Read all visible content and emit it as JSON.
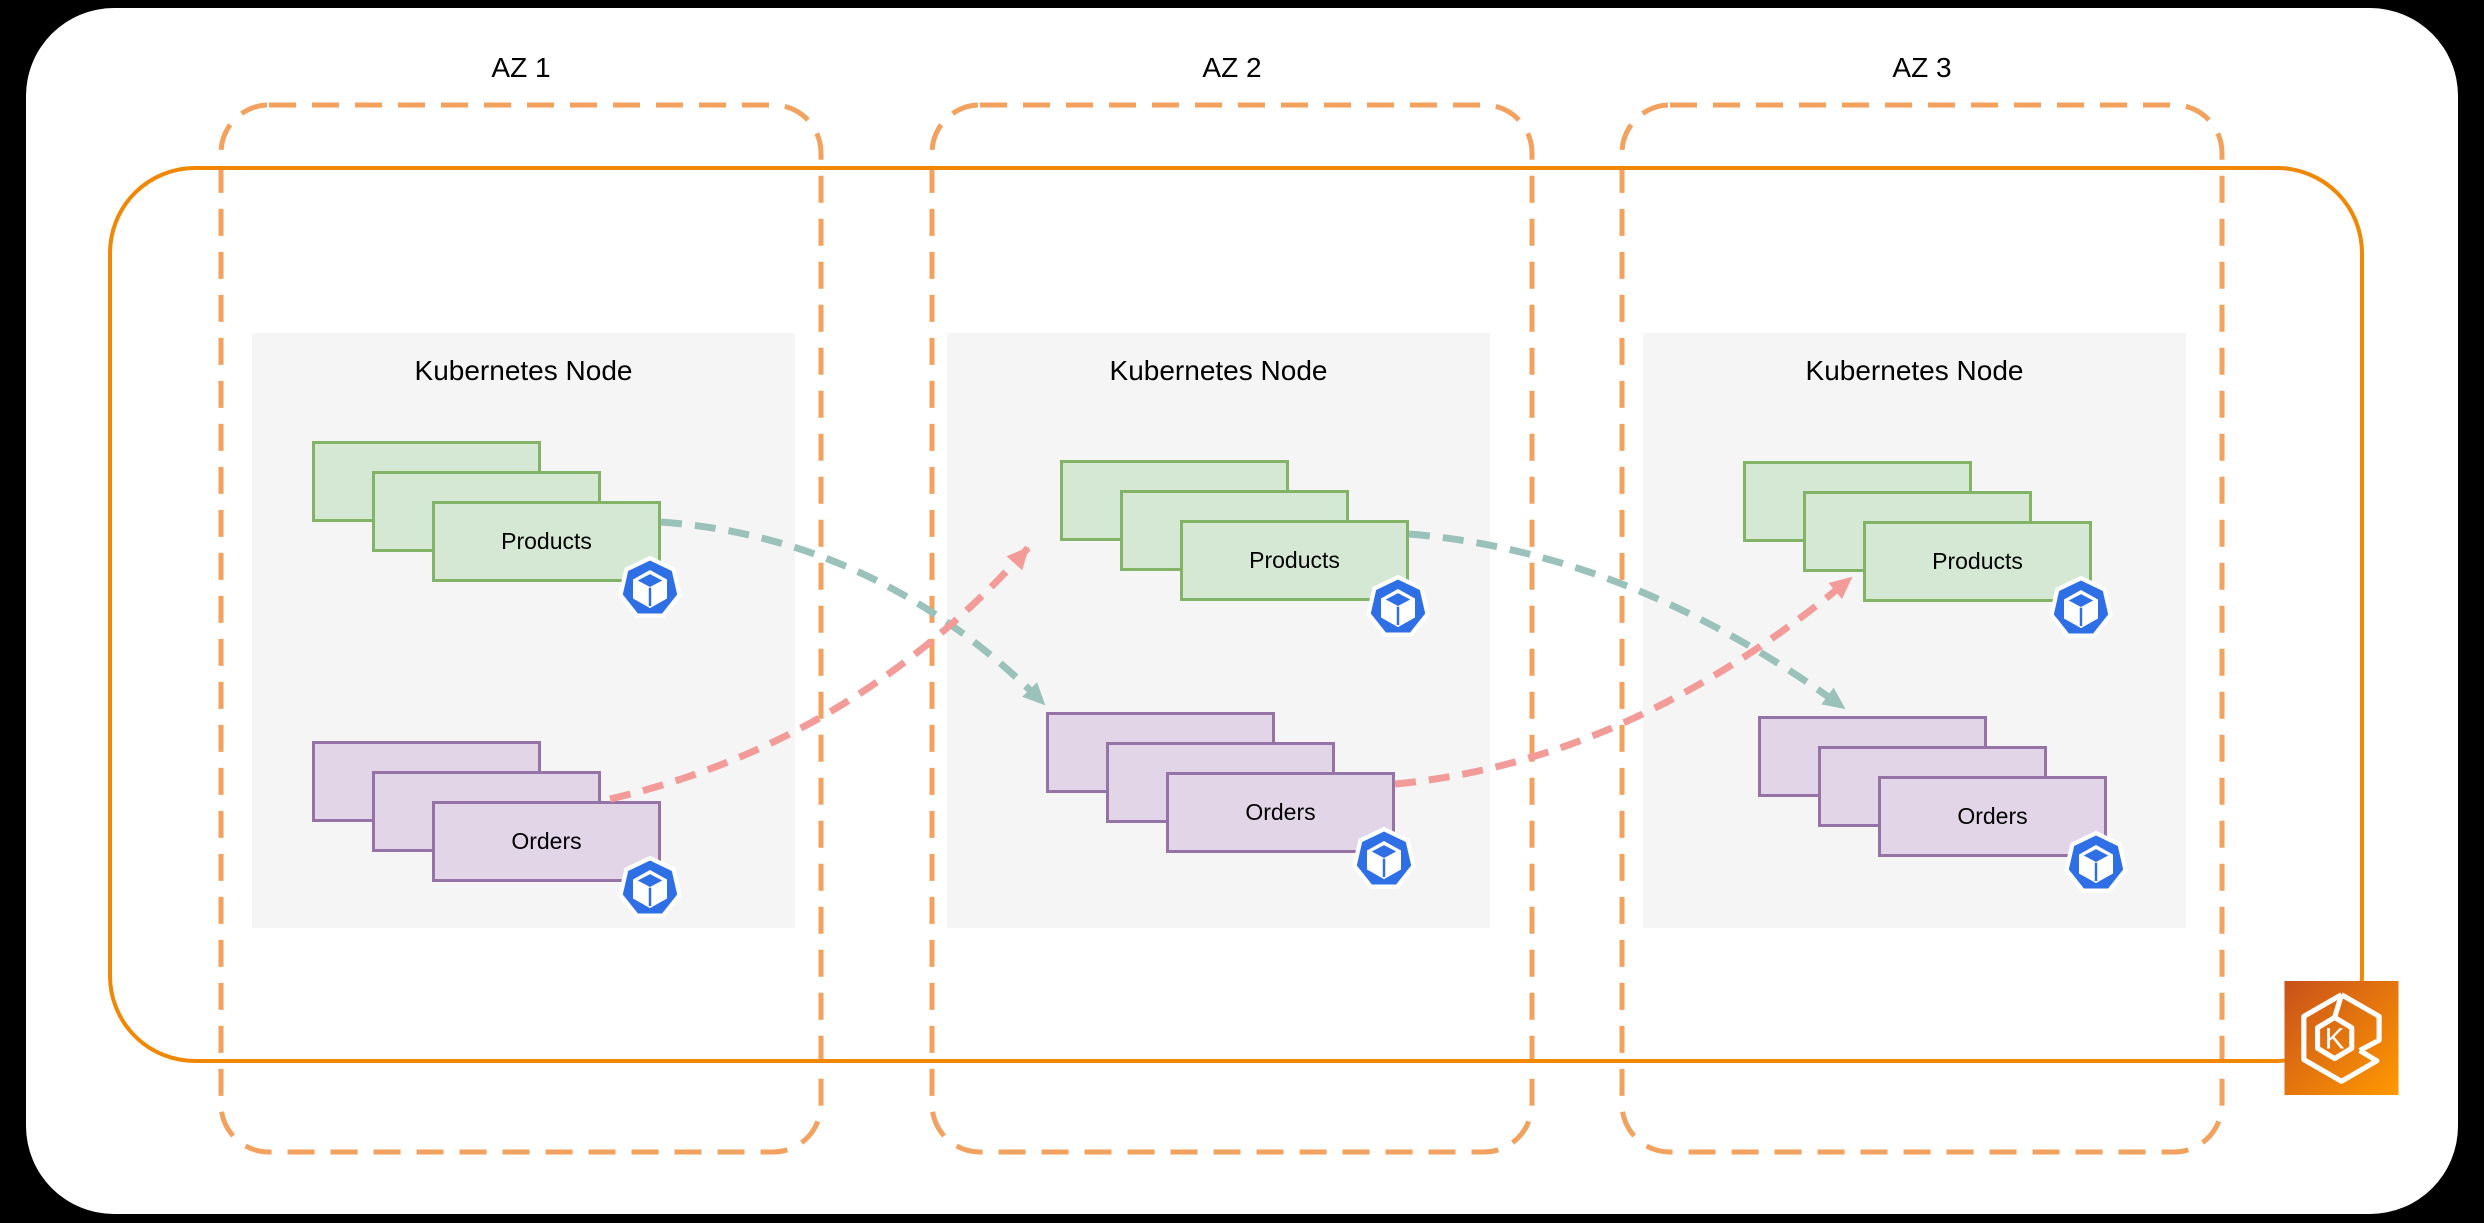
{
  "canvas": {
    "background_color": "#000000",
    "card_color": "#ffffff"
  },
  "cluster": {
    "name": "EKS cluster boundary",
    "border_color": "#f08705"
  },
  "az_style": {
    "border_color": "#f2a25e"
  },
  "eks_icon": {
    "letter": "K",
    "gradient_start": "#c8511b",
    "gradient_end": "#ff9900"
  },
  "pod_icon": {
    "name": "kubernetes-pod-icon",
    "color": "#2f6fe6"
  },
  "azs": [
    {
      "label": "AZ 1",
      "node": {
        "title": "Kubernetes Node",
        "services": [
          {
            "label": "Products",
            "fill": "#d5e8d4",
            "border": "#82b366",
            "replicas": 3
          },
          {
            "label": "Orders",
            "fill": "#e1d5e7",
            "border": "#9673a6",
            "replicas": 3
          }
        ]
      }
    },
    {
      "label": "AZ 2",
      "node": {
        "title": "Kubernetes Node",
        "services": [
          {
            "label": "Products",
            "fill": "#d5e8d4",
            "border": "#82b366",
            "replicas": 3
          },
          {
            "label": "Orders",
            "fill": "#e1d5e7",
            "border": "#9673a6",
            "replicas": 3
          }
        ]
      }
    },
    {
      "label": "AZ 3",
      "node": {
        "title": "Kubernetes Node",
        "services": [
          {
            "label": "Products",
            "fill": "#d5e8d4",
            "border": "#82b366",
            "replicas": 3
          },
          {
            "label": "Orders",
            "fill": "#e1d5e7",
            "border": "#9673a6",
            "replicas": 3
          }
        ]
      }
    }
  ],
  "arrows": [
    {
      "from": "AZ 1 Products",
      "to": "AZ 2 Orders",
      "color": "#9ac2ba",
      "style": "dashed"
    },
    {
      "from": "AZ 1 Orders",
      "to": "AZ 2 Products",
      "color": "#f29b98",
      "style": "dashed"
    },
    {
      "from": "AZ 2 Products",
      "to": "AZ 3 Orders",
      "color": "#9ac2ba",
      "style": "dashed"
    },
    {
      "from": "AZ 2 Orders",
      "to": "AZ 3 Products",
      "color": "#f29b98",
      "style": "dashed"
    }
  ]
}
